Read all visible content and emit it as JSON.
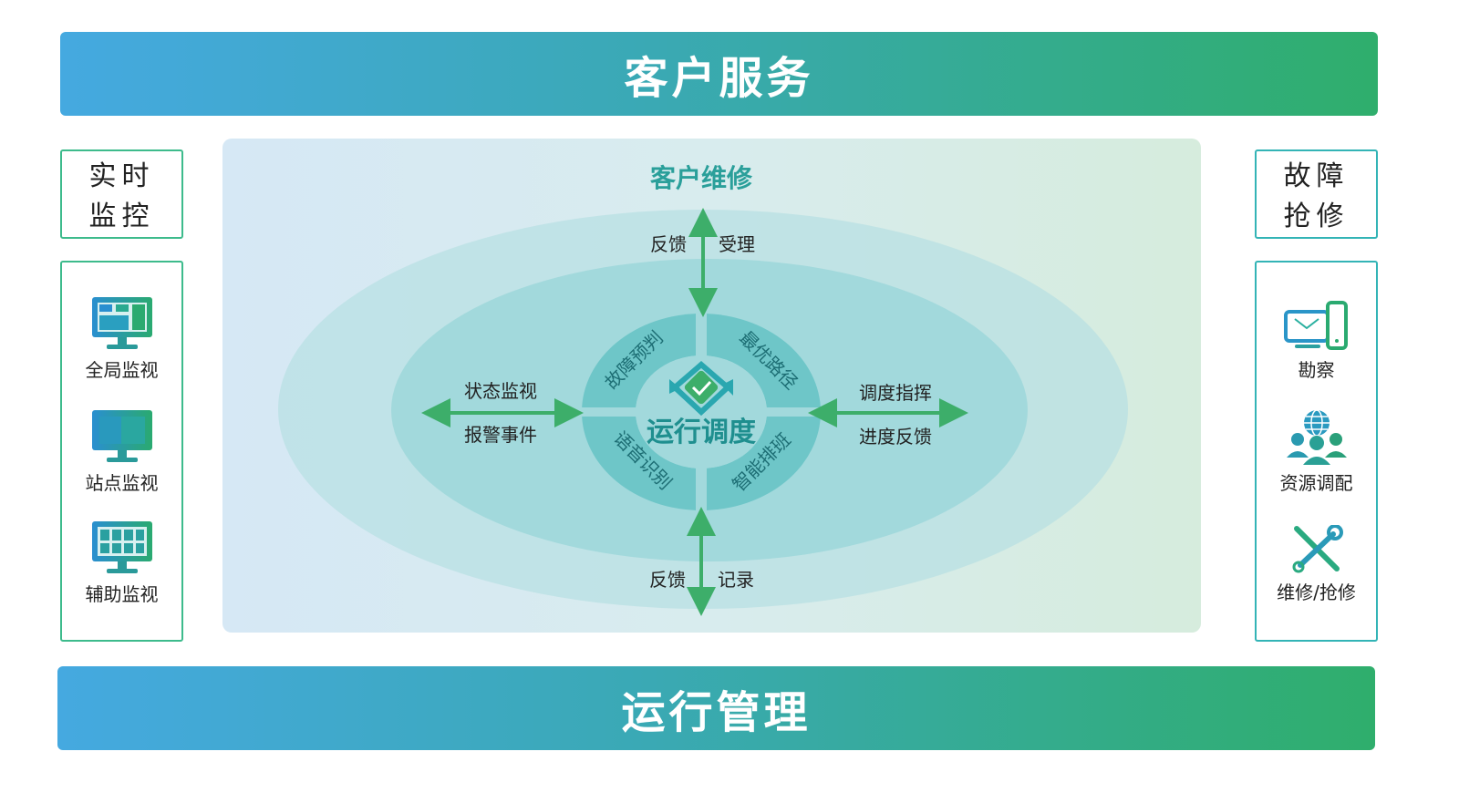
{
  "top_banner": "客户服务",
  "bottom_banner": "运行管理",
  "left": {
    "title_line1": "实时",
    "title_line2": "监控",
    "items": [
      {
        "label": "全局监视",
        "icon": "monitor-grid-icon"
      },
      {
        "label": "站点监视",
        "icon": "monitor-icon"
      },
      {
        "label": "辅助监视",
        "icon": "monitor-tiles-icon"
      }
    ]
  },
  "right": {
    "title_line1": "故障",
    "title_line2": "抢修",
    "items": [
      {
        "label": "勘察",
        "icon": "devices-icon"
      },
      {
        "label": "资源调配",
        "icon": "team-globe-icon"
      },
      {
        "label": "维修/抢修",
        "icon": "tools-icon"
      }
    ]
  },
  "center": {
    "title": "客户维修",
    "core": "运行调度",
    "quadrants": [
      "故障预判",
      "最优路径",
      "语音识别",
      "智能排班"
    ],
    "top_left": "反馈",
    "top_right": "受理",
    "bottom_left": "反馈",
    "bottom_right": "记录",
    "left_top": "状态监视",
    "left_bottom": "报警事件",
    "right_top": "调度指挥",
    "right_bottom": "进度反馈"
  },
  "colors": {
    "green": "#3dae6a",
    "teal": "#2aa7a8",
    "text_teal": "#1f8f8f"
  }
}
